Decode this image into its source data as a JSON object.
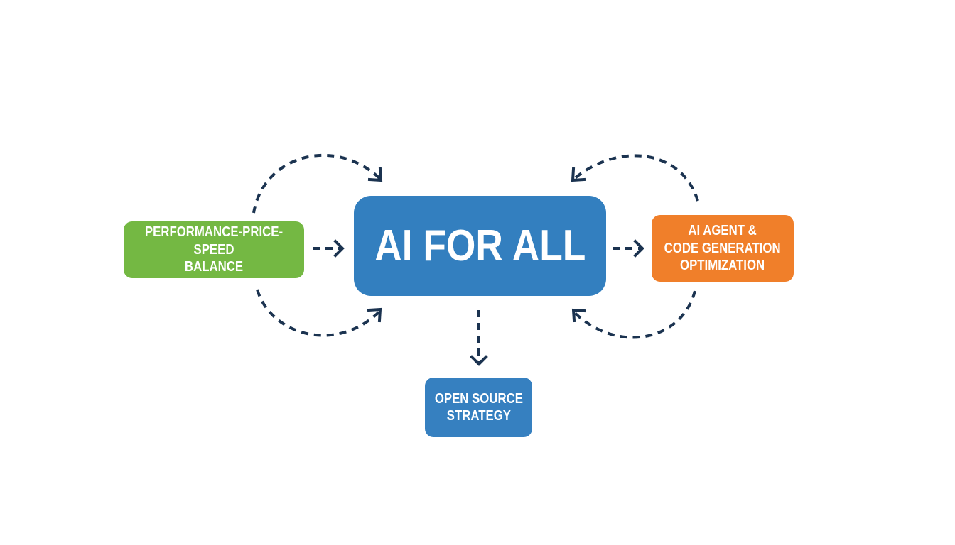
{
  "nodes": {
    "center": "AI FOR ALL",
    "left": "PERFORMANCE-PRICE-SPEED\nBALANCE",
    "right": "AI AGENT &\nCODE GENERATION\nOPTIMIZATION",
    "bottom": "OPEN SOURCE\nSTRATEGY"
  },
  "colors": {
    "green": "#74b843",
    "blue": "#337fbf",
    "orange": "#f07f2a",
    "arrow": "#1b3350"
  }
}
